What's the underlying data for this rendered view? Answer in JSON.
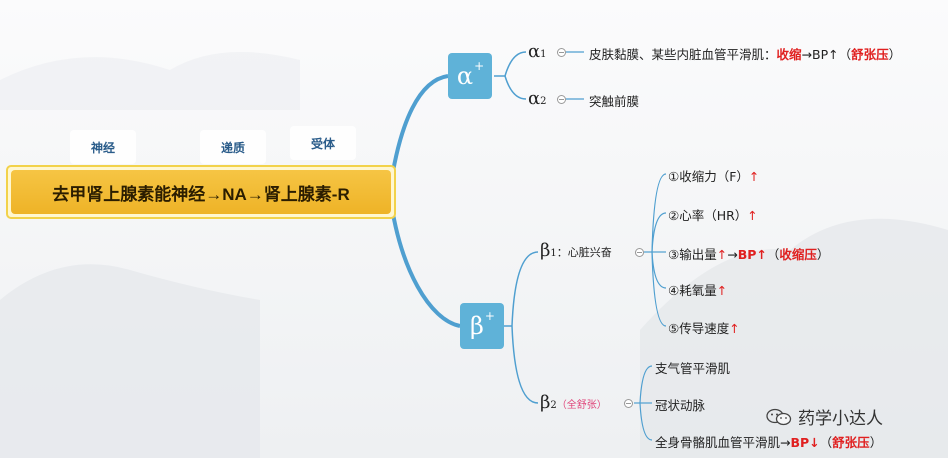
{
  "top_labels": {
    "nerve": "神经",
    "transmitter": "递质",
    "receptor": "受体"
  },
  "central_title": "去甲肾上腺素能神经→NA→肾上腺素-R",
  "alpha": {
    "label": "α",
    "sup": "+",
    "a1": {
      "label": "α",
      "sub": "1",
      "text_prefix": "皮肤黏膜、某些内脏血管平滑肌：",
      "text_red1": "收缩",
      "text_mid": "→BP↑（",
      "text_red2": "舒张压",
      "text_suffix": "）"
    },
    "a2": {
      "label": "α",
      "sub": "2",
      "text": "突触前膜"
    }
  },
  "beta": {
    "label": "β",
    "sup": "+",
    "b1": {
      "label": "β",
      "sub": "1",
      "note": "：心脏兴奋",
      "items": [
        {
          "text": "①收缩力（F）",
          "arrow": "↑"
        },
        {
          "text": "②心率（HR）",
          "arrow": "↑"
        },
        {
          "text": "③输出量",
          "arrow": "↑",
          "mid": "→",
          "bp": "BP↑",
          "paren_open": "（",
          "paren_red": "收缩压",
          "paren_close": "）"
        },
        {
          "text": "④耗氧量",
          "arrow": "↑"
        },
        {
          "text": "⑤传导速度",
          "arrow": "↑"
        }
      ]
    },
    "b2": {
      "label": "β",
      "sub": "2",
      "note_open": "（",
      "note": "全舒张",
      "note_close": "）",
      "items": [
        {
          "text": "支气管平滑肌"
        },
        {
          "text": "冠状动脉"
        },
        {
          "text": "全身骨骼肌血管平滑肌→",
          "bp": "BP↓",
          "paren_open": "（",
          "paren_red": "舒张压",
          "paren_close": "）"
        }
      ]
    }
  },
  "watermark": {
    "icon": "wechat-icon",
    "text": "药学小达人"
  },
  "colors": {
    "connector": "#4f9fd0",
    "box": "#5fb2d8",
    "central": "#f2bd35",
    "emphasis": "#e02020"
  }
}
